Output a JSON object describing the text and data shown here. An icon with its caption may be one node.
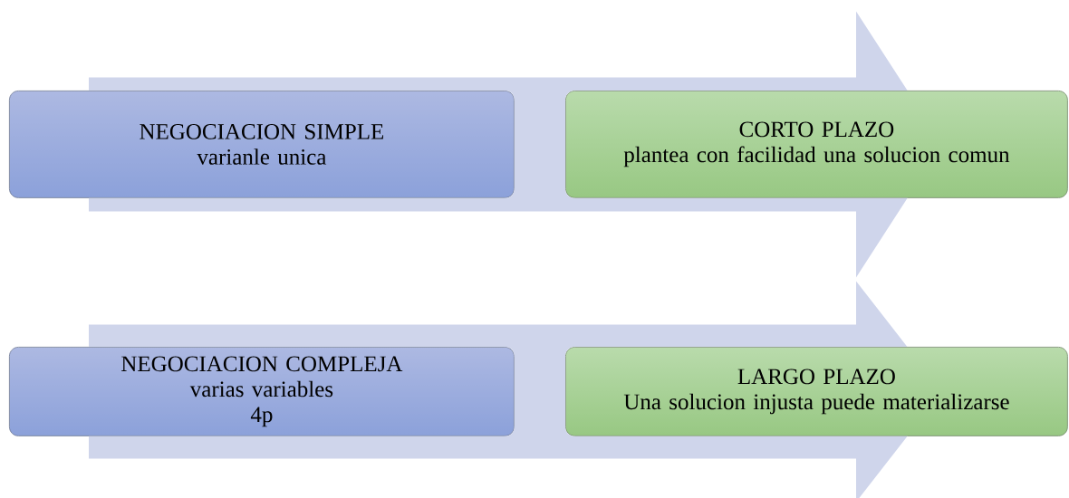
{
  "diagram": {
    "nodes": [
      {
        "text": [
          "NEGOCIACION SIMPLE",
          "varianle unica"
        ]
      },
      {
        "text": [
          "CORTO PLAZO",
          "plantea con facilidad una solucion comun"
        ]
      },
      {
        "text": [
          "NEGOCIACION COMPLEJA",
          "varias variables",
          "4p"
        ]
      },
      {
        "text": [
          "LARGO PLAZO",
          "Una solucion injusta puede materializarse"
        ]
      }
    ],
    "edges": [
      {
        "from": 0,
        "to": 1,
        "arrow": "to"
      },
      {
        "from": 2,
        "to": 3,
        "arrow": "to"
      }
    ]
  }
}
